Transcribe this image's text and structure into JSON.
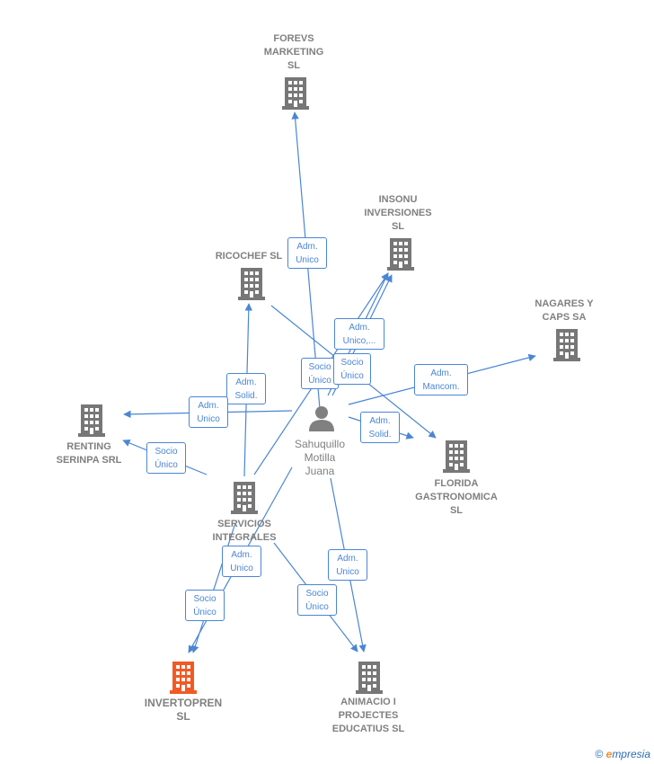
{
  "colors": {
    "edge": "#4a86d4",
    "building": "#777777",
    "building_highlight": "#f25a25",
    "person": "#808080"
  },
  "nodes": {
    "forevs": "FOREVS\nMARKETING\nSL",
    "insonu": "INSONU\nINVERSIONES\nSL",
    "ricochef": "RICOCHEF  SL",
    "nagares": "NAGARES Y\nCAPS SA",
    "renting": "RENTING\nSERINPA SRL",
    "florida": "FLORIDA\nGASTRONOMICA\nSL",
    "servicios": "SERVICIOS\nINTEGRALES\nPA          SL",
    "invertopren": "INVERTOPREN\nSL",
    "animacio": "ANIMACIO I\nPROJECTES\nEDUCATIUS  SL",
    "person": "Sahuquillo\nMotilla\nJuana"
  },
  "edge_labels": {
    "forevs": "Adm.\nUnico",
    "insonu": "Adm.\nUnico,...",
    "socio_center": "Socio\nÚnico",
    "socio_right": "Socio\nÚnico",
    "nagares": "Adm.\nMancom.",
    "ricochef": "Adm.\nSolid.",
    "renting_adm": "Adm.\nUnico",
    "florida": "Adm.\nSolid.",
    "renting_socio": "Socio\nÚnico",
    "inver_adm": "Adm.\nUnico",
    "inver_socio": "Socio\nÚnico",
    "animacio_adm": "Adm.\nUnico",
    "animacio_socio": "Socio\nÚnico"
  },
  "footer": {
    "copyright": "©",
    "brand_e": "e",
    "brand_rest": "mpresia"
  }
}
